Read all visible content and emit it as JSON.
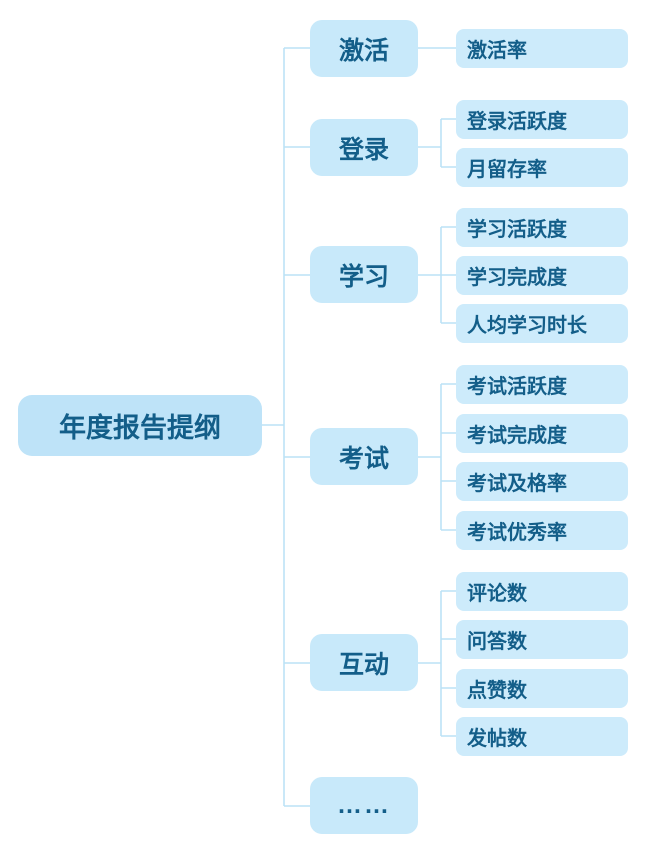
{
  "diagram": {
    "type": "mindmap",
    "title": "年度报告提纲",
    "root": {
      "label": "年度报告提纲"
    },
    "branches": [
      {
        "label": "激活",
        "children": [
          {
            "label": "激活率"
          }
        ]
      },
      {
        "label": "登录",
        "children": [
          {
            "label": "登录活跃度"
          },
          {
            "label": "月留存率"
          }
        ]
      },
      {
        "label": "学习",
        "children": [
          {
            "label": "学习活跃度"
          },
          {
            "label": "学习完成度"
          },
          {
            "label": "人均学习时长"
          }
        ]
      },
      {
        "label": "考试",
        "children": [
          {
            "label": "考试活跃度"
          },
          {
            "label": "考试完成度"
          },
          {
            "label": "考试及格率"
          },
          {
            "label": "考试优秀率"
          }
        ]
      },
      {
        "label": "互动",
        "children": [
          {
            "label": "评论数"
          },
          {
            "label": "问答数"
          },
          {
            "label": "点赞数"
          },
          {
            "label": "发帖数"
          }
        ]
      },
      {
        "label": "……",
        "children": []
      }
    ],
    "colors": {
      "background": "#ffffff",
      "root_fill": "#bee3f8",
      "branch_fill": "#c8e9fa",
      "leaf_fill": "#cdebfb",
      "text": "#135e89",
      "connector": "#bce2f6"
    }
  }
}
